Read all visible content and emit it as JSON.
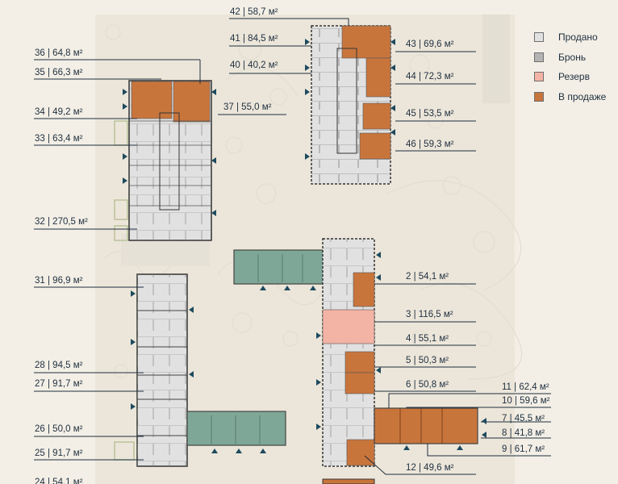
{
  "legend": {
    "sold": {
      "label": "Продано",
      "color": "#e1e1e1"
    },
    "booked": {
      "label": "Бронь",
      "color": "#b4b4b4"
    },
    "reserve": {
      "label": "Резерв",
      "color": "#f3b3a5"
    },
    "on_sale": {
      "label": "В продаже",
      "color": "#c8753c"
    }
  },
  "units": {
    "u42": "42 | 58,7 м²",
    "u41": "41 | 84,5 м²",
    "u40": "40 | 40,2 м²",
    "u43": "43 | 69,6 м²",
    "u44": "44 | 72,3 м²",
    "u45": "45 | 53,5 м²",
    "u46": "46 | 59,3 м²",
    "u36": "36 | 64,8 м²",
    "u35": "35 | 66,3 м²",
    "u34": "34 | 49,2 м²",
    "u37": "37 | 55,0 м²",
    "u33": "33 | 63,4 м²",
    "u32": "32 | 270,5 м²",
    "u31": "31 | 96,9 м²",
    "u28": "28 | 94,5 м²",
    "u27": "27 | 91,7 м²",
    "u26": "26 | 50,0 м²",
    "u25": "25 | 91,7 м²",
    "u24": "24 | 54,1 м²",
    "u2": "2 | 54,1 м²",
    "u3": "3 | 116,5 м²",
    "u4": "4 | 55,1 м²",
    "u5": "5 | 50,3 м²",
    "u6": "6 | 50,8 м²",
    "u11": "11 | 62,4 м²",
    "u10": "10 | 59,6 м²",
    "u7": "7 | 45,5 м²",
    "u8": "8 | 41,8 м²",
    "u9": "9 | 61,7 м²",
    "u12": "12 | 49,6 м²"
  }
}
